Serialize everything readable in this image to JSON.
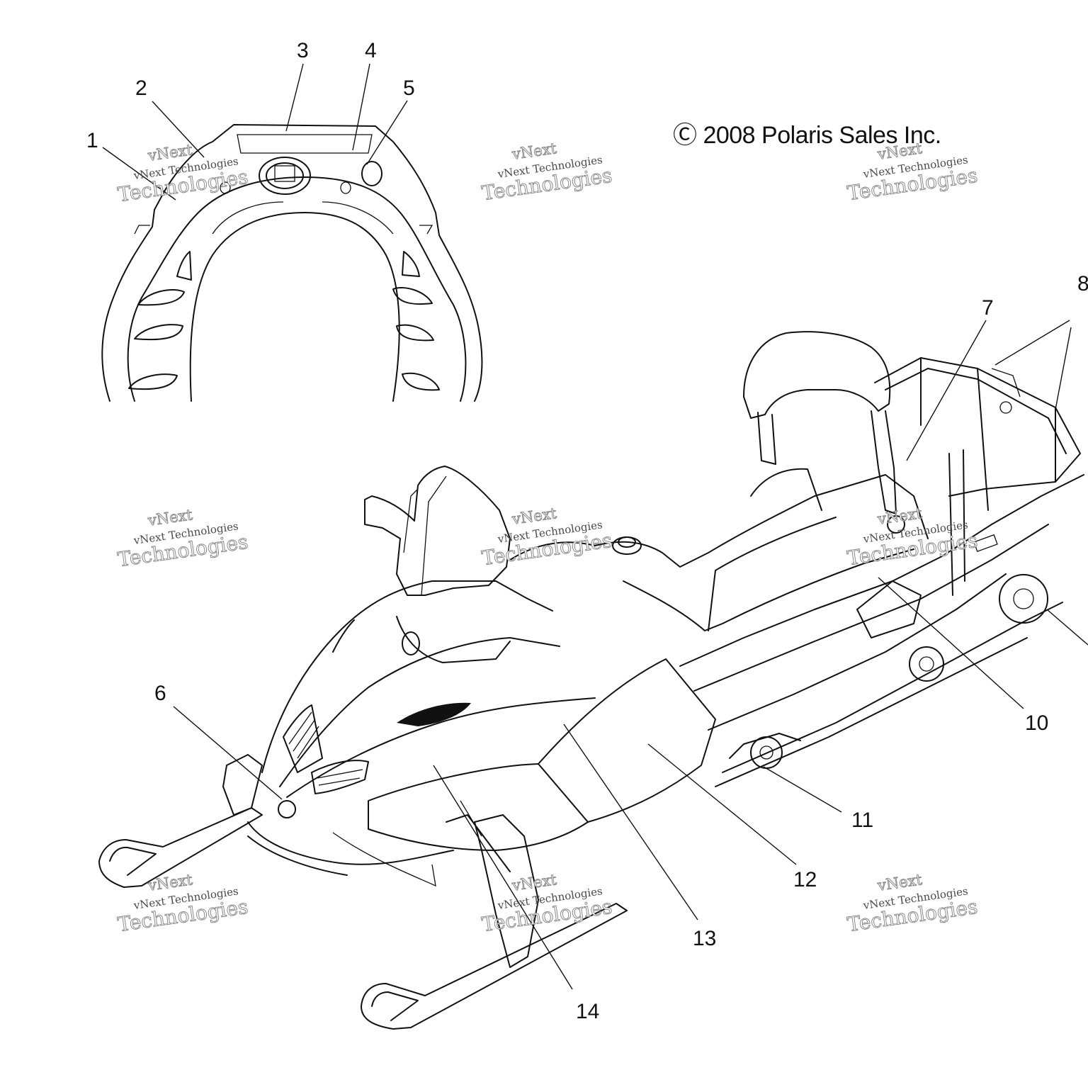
{
  "copyright": "Ⓒ 2008 Polaris Sales Inc.",
  "callouts": [
    "1",
    "2",
    "3",
    "4",
    "5",
    "6",
    "7",
    "8",
    "10",
    "11",
    "12",
    "13",
    "14"
  ],
  "watermark": {
    "line1": "vNext",
    "line2": "vNext Technologies",
    "line3": "Technologies"
  },
  "colors": {
    "ink": "#111111",
    "watermark": "#8c8c8c",
    "background": "#ffffff"
  }
}
